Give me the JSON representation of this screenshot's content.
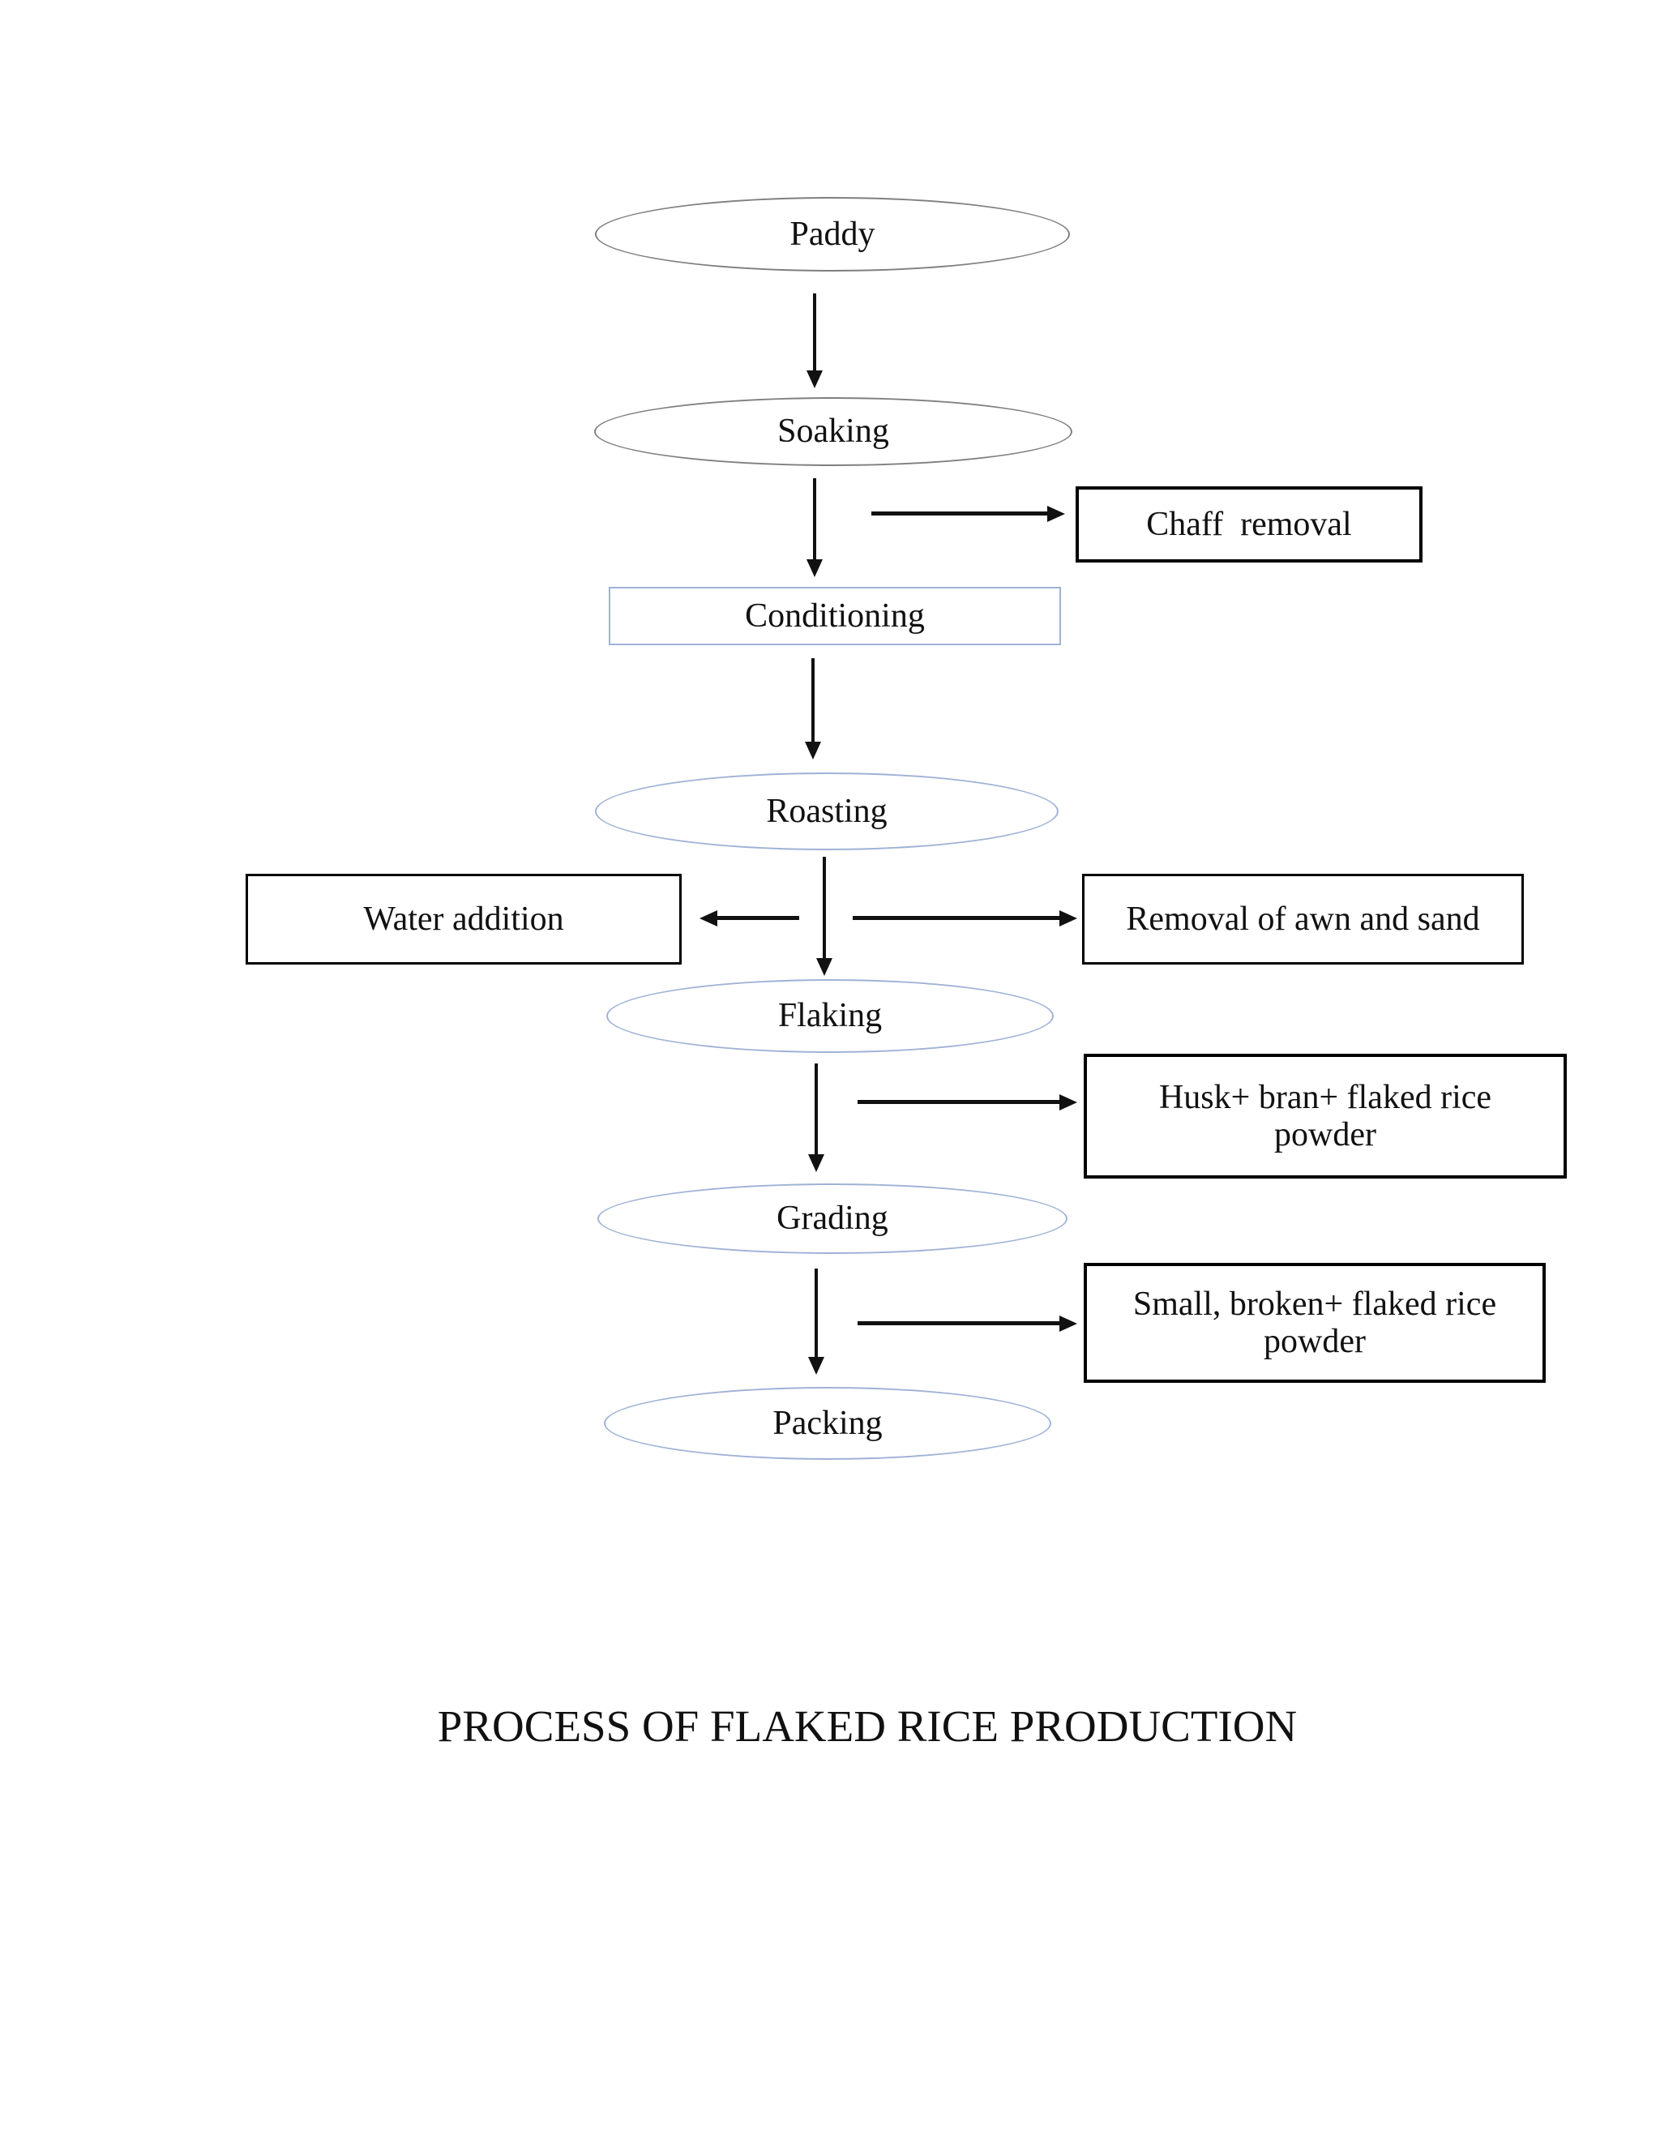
{
  "title": "PROCESS OF FLAKED RICE PRODUCTION",
  "nodes": {
    "paddy": "Paddy",
    "soaking": "Soaking",
    "conditioning": "Conditioning",
    "roasting": "Roasting",
    "flaking": "Flaking",
    "grading": "Grading",
    "packing": "Packing"
  },
  "branches": {
    "chaff_removal": "Chaff  removal",
    "water_addition": "Water addition",
    "awn_sand_removal": "Removal of awn and sand",
    "husk_output": {
      "line1": "Husk+ bran+ flaked rice",
      "line2": "powder"
    },
    "small_output": {
      "line1": "Small, broken+ flaked rice",
      "line2": "powder"
    }
  },
  "colors": {
    "background": "#ffffff",
    "text": "#111111",
    "arrow": "#111111",
    "gray_ellipse_border": "#7f7f7f",
    "blue_ellipse_border": "#9fb2d6",
    "box_border": "#000000"
  }
}
